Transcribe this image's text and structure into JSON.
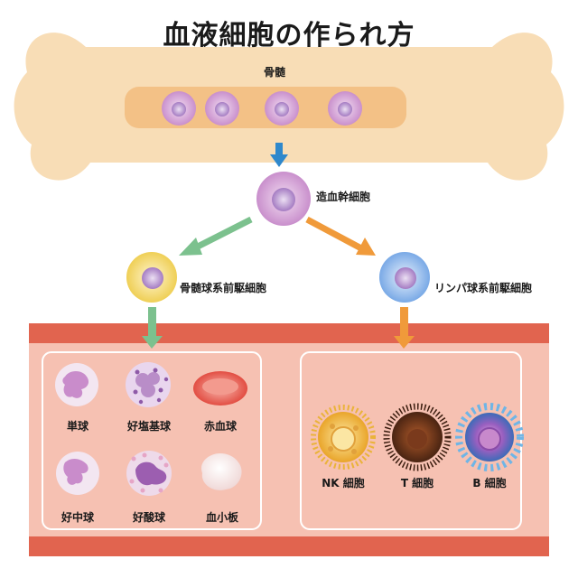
{
  "title": "血液細胞の作られ方",
  "bone": {
    "label": "骨髄"
  },
  "stem_cell": {
    "label": "造血幹細胞"
  },
  "myeloid": {
    "label": "骨髄球系前駆細胞",
    "cells": [
      "単球",
      "好塩基球",
      "赤血球",
      "好中球",
      "好酸球",
      "血小板"
    ]
  },
  "lymphoid": {
    "label": "リンパ球系前駆細胞",
    "cells": [
      "NK 細胞",
      "T 細胞",
      "B 細胞"
    ]
  },
  "colors": {
    "bone": "#f8ddb6",
    "marrow": "#f3c186",
    "stem": "#d7a8d8",
    "myeloid": "#f4dc74",
    "lymphoid": "#8fb8ea",
    "arrow_blue": "#2f88cc",
    "arrow_green": "#7cc18e",
    "arrow_orange": "#f09a3a",
    "vessel_band": "#e1644f",
    "vessel_inner": "#f6c1b2"
  }
}
